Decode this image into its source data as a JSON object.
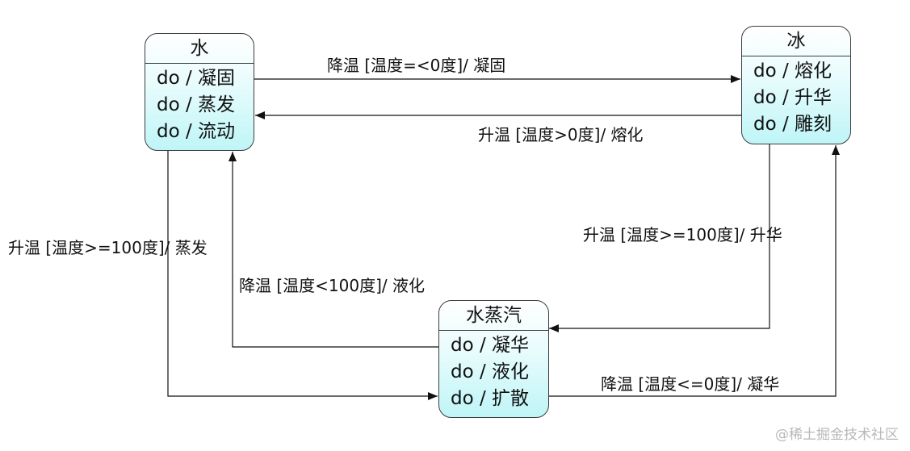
{
  "states": {
    "water": {
      "name": "水",
      "activities": [
        "do / 凝固",
        "do / 蒸发",
        "do / 流动"
      ]
    },
    "ice": {
      "name": "冰",
      "activities": [
        "do / 熔化",
        "do / 升华",
        "do / 雕刻"
      ]
    },
    "steam": {
      "name": "水蒸汽",
      "activities": [
        "do / 凝华",
        "do / 液化",
        "do / 扩散"
      ]
    }
  },
  "transitions": {
    "water_to_ice": "降温 [温度=<0度]/ 凝固",
    "ice_to_water": "升温 [温度>0度]/ 熔化",
    "water_to_steam": "升温 [温度>=100度]/ 蒸发",
    "steam_to_water": "降温 [温度<100度]/ 液化",
    "ice_to_steam": "升温 [温度>=100度]/ 升华",
    "steam_to_ice": "降温 [温度<=0度]/ 凝华"
  },
  "watermark": "@稀土掘金技术社区"
}
